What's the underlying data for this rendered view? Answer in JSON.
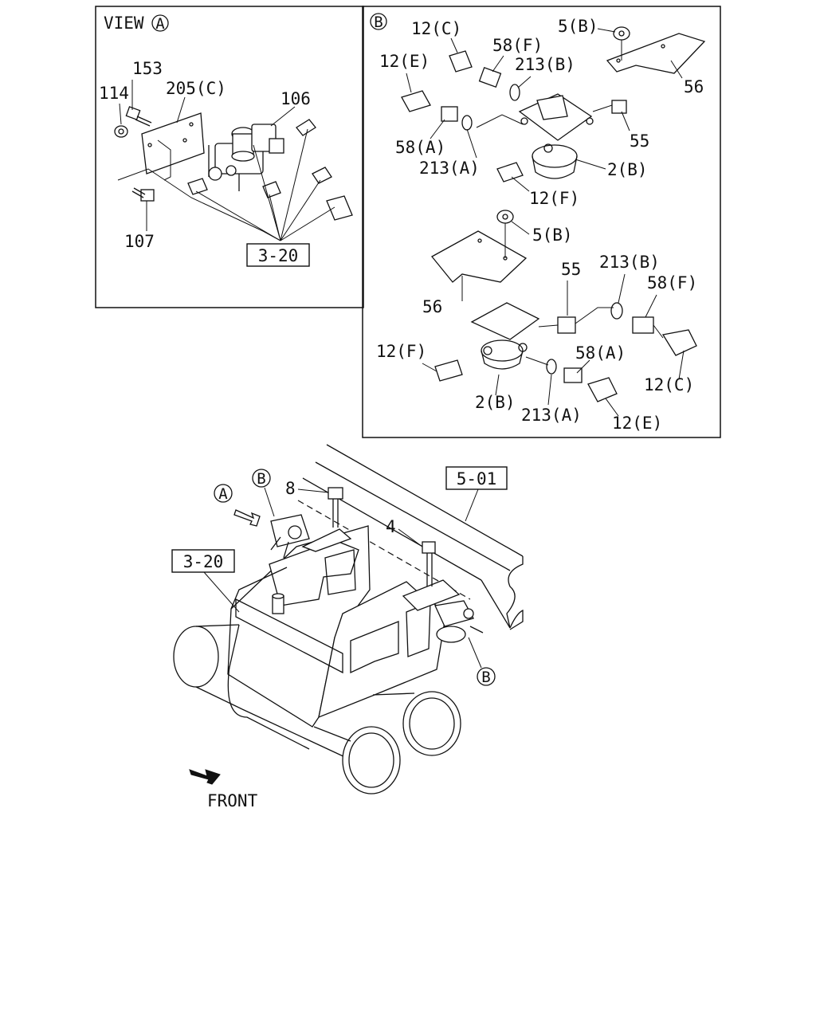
{
  "panel_a": {
    "view_title": "VIEW",
    "view_marker": "A",
    "labels": {
      "p153": "153",
      "p114": "114",
      "p205c": "205(C)",
      "p106": "106",
      "p107": "107",
      "ref_320": "3-20"
    }
  },
  "panel_b": {
    "marker": "B",
    "upper": {
      "p12c": "12(C)",
      "p58f": "58(F)",
      "p5b": "5(B)",
      "p12e": "12(E)",
      "p213b": "213(B)",
      "p56": "56",
      "p58a": "58(A)",
      "p55": "55",
      "p213a": "213(A)",
      "p2b": "2(B)",
      "p12f": "12(F)"
    },
    "lower": {
      "p5b": "5(B)",
      "p55": "55",
      "p213b": "213(B)",
      "p58f": "58(F)",
      "p56": "56",
      "p12f": "12(F)",
      "p58a": "58(A)",
      "p12c": "12(C)",
      "p2b": "2(B)",
      "p213a": "213(A)",
      "p12e": "12(E)"
    }
  },
  "main": {
    "marker_a": "A",
    "marker_b_top": "B",
    "marker_b_right": "B",
    "p8": "8",
    "p4": "4",
    "ref_501": "5-01",
    "ref_320": "3-20",
    "front_label": "FRONT"
  }
}
